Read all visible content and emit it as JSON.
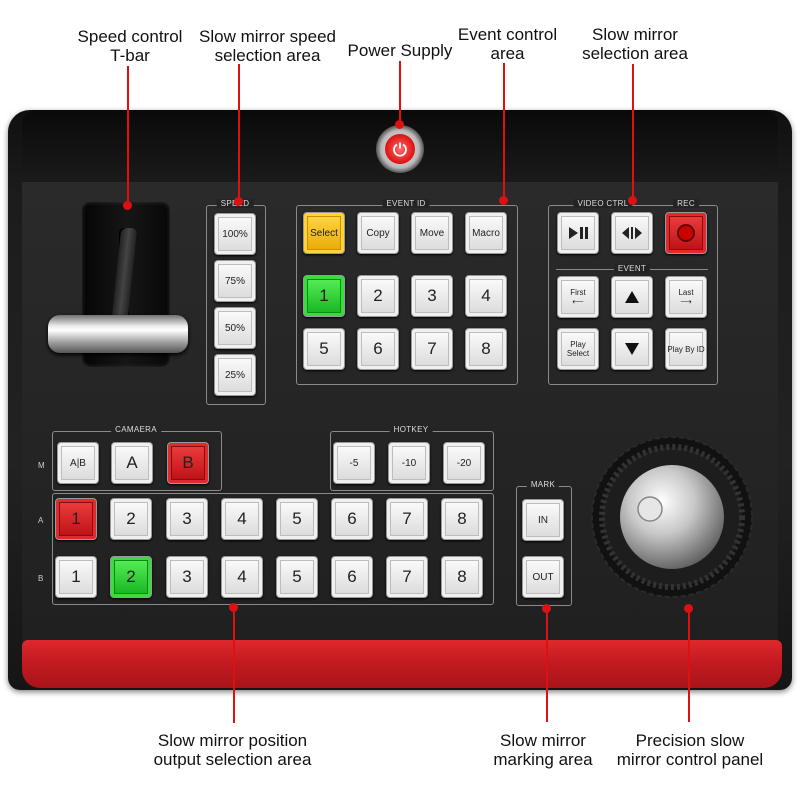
{
  "callouts": {
    "tbar": [
      "Speed control",
      "T-bar"
    ],
    "speed": [
      "Slow mirror speed",
      "selection area"
    ],
    "power": [
      "Power Supply"
    ],
    "event": [
      "Event control",
      "area"
    ],
    "mirror_sel": [
      "Slow mirror",
      "selection area"
    ],
    "position": [
      "Slow mirror position",
      "output selection area"
    ],
    "marking": [
      "Slow mirror",
      "marking area"
    ],
    "precision": [
      "Precision slow",
      "mirror control panel"
    ]
  },
  "groups": {
    "speed": "SPEED",
    "event_id": "EVENT ID",
    "video_ctrl": "VIDEO CTRL",
    "rec": "REC",
    "event": "EVENT",
    "camera": "CAMAERA",
    "hotkey": "HOTKEY",
    "mark": "MARK"
  },
  "speed_buttons": [
    "100%",
    "75%",
    "50%",
    "25%"
  ],
  "event_id_buttons": [
    "Select",
    "Copy",
    "Move",
    "Macro",
    "1",
    "2",
    "3",
    "4",
    "5",
    "6",
    "7",
    "8"
  ],
  "event_buttons": [
    "First",
    "Last",
    "Play Select",
    "Play By ID"
  ],
  "camera_buttons": [
    "A|B",
    "A",
    "B"
  ],
  "hotkey_buttons": [
    "-5",
    "-10",
    "-20"
  ],
  "row_labels": [
    "M",
    "A",
    "B"
  ],
  "row_a": [
    "1",
    "2",
    "3",
    "4",
    "5",
    "6",
    "7",
    "8"
  ],
  "row_b": [
    "1",
    "2",
    "3",
    "4",
    "5",
    "6",
    "7",
    "8"
  ],
  "mark_buttons": [
    "IN",
    "OUT"
  ],
  "colors": {
    "accent_red": "#d11",
    "button_yellow": "#f0c020",
    "button_green": "#2bd22f",
    "button_red": "#d8181e"
  },
  "icons": [
    "play-pause-icon",
    "step-frame-icon",
    "record-icon",
    "arrow-up-icon",
    "arrow-down-icon",
    "power-icon"
  ]
}
